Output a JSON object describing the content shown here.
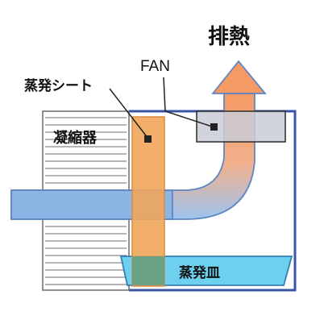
{
  "labels": {
    "exhaust": "排熱",
    "fan": "FAN",
    "sheet": "蒸発シート",
    "condenser": "凝縮器",
    "tray": "蒸発皿"
  },
  "colors": {
    "housing_outline": "#3a55a6",
    "condenser_fill": "#ffffff",
    "condenser_lines": "#6b6b6b",
    "duct_fill": "#8ab6e6",
    "duct_outline": "#5e86c4",
    "sheet_fill": "#f0a65a",
    "sheet_outline": "#d98a3e",
    "fan_fill": "#c9ccd6",
    "fan_outline": "#2a2a2a",
    "tray_fill": "#6dd0ee",
    "tray_outline": "#3380b5",
    "arrow_top": "#f59a64",
    "arrow_bottom": "#9ec4ee",
    "overlap_fill": "#5ea08a"
  }
}
